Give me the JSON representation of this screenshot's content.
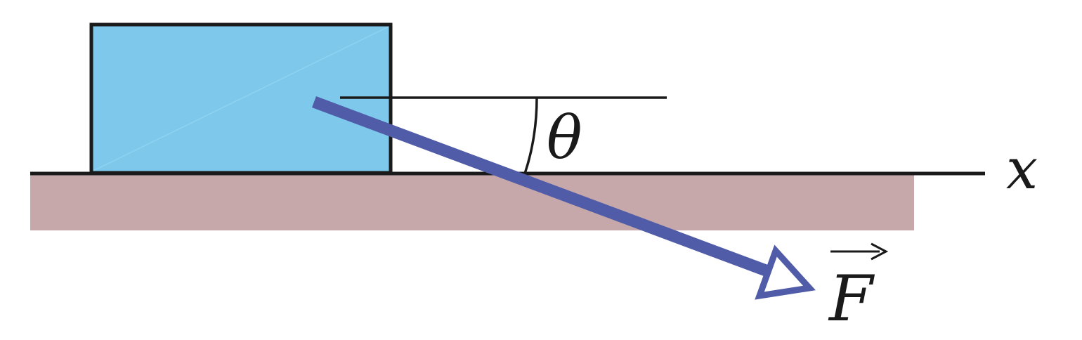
{
  "diagram": {
    "labels": {
      "axis": "x",
      "angle": "θ",
      "force": "F"
    },
    "colors": {
      "block_fill": "#7EC8EC",
      "ground_fill": "#C6A8AA",
      "force_arrow": "#505CA8",
      "line": "#1A1A1A"
    },
    "icons": {
      "force_head": "hollow-triangle-arrowhead",
      "vector_mark": "right-arrow-over-letter"
    }
  }
}
